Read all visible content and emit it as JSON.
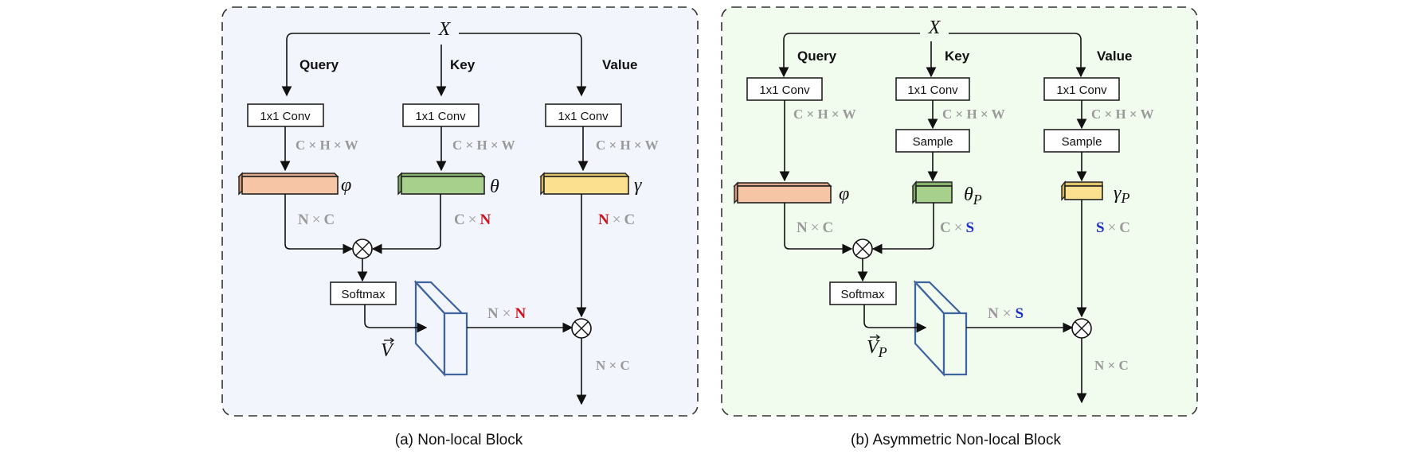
{
  "colors": {
    "panel_a_bg": "#f3f5fc",
    "panel_b_bg": "#f1fbee",
    "query_fill": "#f6c5a6",
    "key_fill": "#a8d08d",
    "value_fill": "#fbe08f",
    "attention_stroke": "#3e64a0",
    "dim_gray": "#9a9a9a",
    "highlight_red": "#d0111b",
    "highlight_blue": "#1b2fc8"
  },
  "panel_a": {
    "caption": "(a) Non-local Block",
    "input": "X",
    "branches": {
      "query": {
        "label": "Query",
        "conv": "1x1 Conv",
        "dim": "C × H × W",
        "symbol": "φ",
        "out_dim_a": "N",
        "out_dim_b": "C"
      },
      "key": {
        "label": "Key",
        "conv": "1x1 Conv",
        "dim": "C × H × W",
        "symbol": "θ",
        "out_dim_a": "C",
        "out_dim_b": "N"
      },
      "value": {
        "label": "Value",
        "conv": "1x1 Conv",
        "dim": "C × H × W",
        "symbol": "γ",
        "out_dim_a": "N",
        "out_dim_b": "C"
      }
    },
    "multiply": "⊗",
    "softmax": "Softmax",
    "attention_vector": "V",
    "attention_dim_a": "N",
    "attention_dim_b": "N",
    "times": "×",
    "output_dim": "N × C"
  },
  "panel_b": {
    "caption": "(b) Asymmetric Non-local Block",
    "input": "X",
    "branches": {
      "query": {
        "label": "Query",
        "conv": "1x1 Conv",
        "dim": "C × H × W",
        "symbol": "φ",
        "out_dim_a": "N",
        "out_dim_b": "C"
      },
      "key": {
        "label": "Key",
        "conv": "1x1 Conv",
        "dim": "C × H × W",
        "sample": "Sample",
        "symbol": "θ",
        "symbol_sub": "P",
        "out_dim_a": "C",
        "out_dim_b": "S"
      },
      "value": {
        "label": "Value",
        "conv": "1x1 Conv",
        "dim": "C × H × W",
        "sample": "Sample",
        "symbol": "γ",
        "symbol_sub": "P",
        "out_dim_a": "S",
        "out_dim_b": "C"
      }
    },
    "multiply": "⊗",
    "softmax": "Softmax",
    "attention_vector": "V",
    "attention_vector_sub": "P",
    "attention_dim_a": "N",
    "attention_dim_b": "S",
    "times": "×",
    "output_dim": "N × C"
  }
}
